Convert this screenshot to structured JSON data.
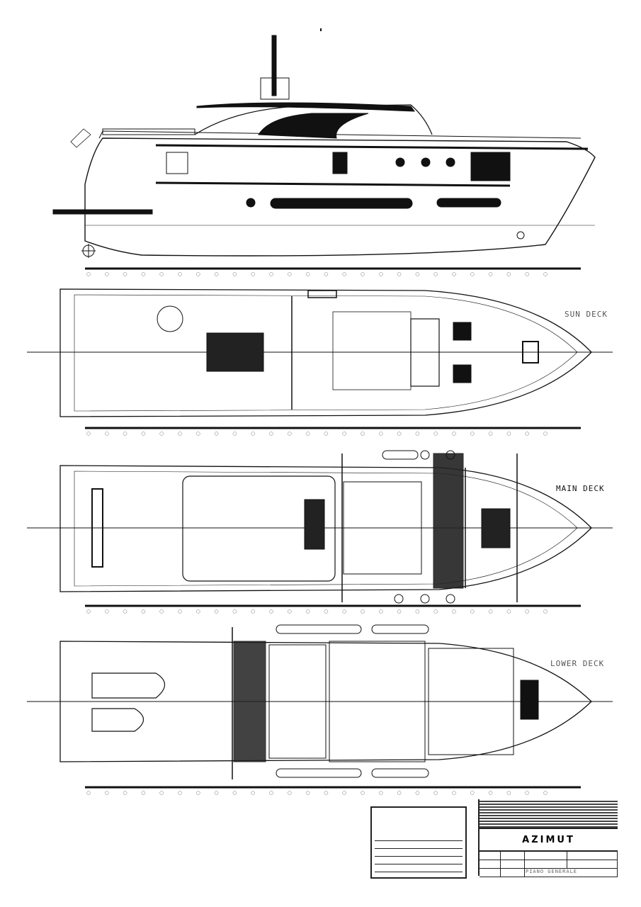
{
  "drawing": {
    "views": [
      {
        "id": "profile",
        "label": ""
      },
      {
        "id": "sun",
        "label": "SUN DECK"
      },
      {
        "id": "main",
        "label": "MAIN DECK"
      },
      {
        "id": "lower",
        "label": "LOWER DECK"
      }
    ]
  },
  "title_block": {
    "brand": "AZIMUT",
    "drawing_title": "PIANO GENERALE"
  },
  "colors": {
    "line": "#111111",
    "label": "#555555"
  }
}
